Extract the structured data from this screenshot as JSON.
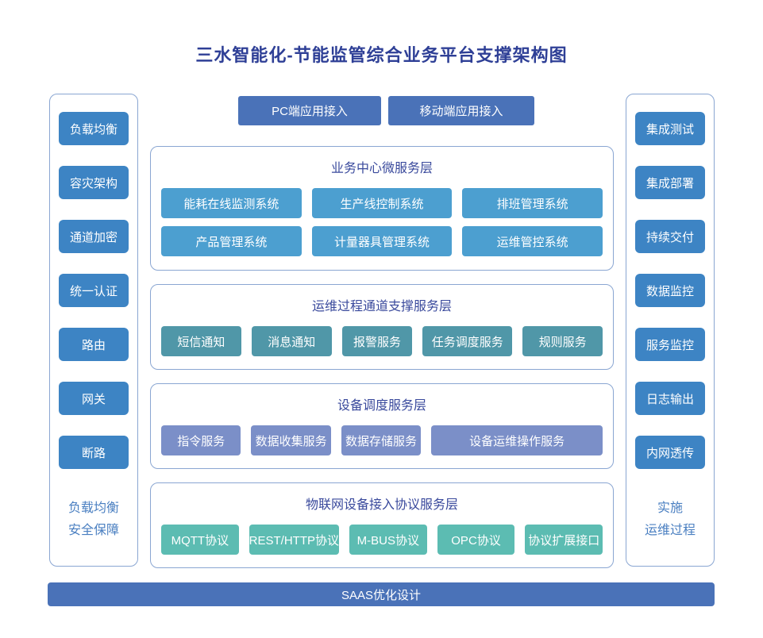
{
  "title": "三水智能化-节能监管综合业务平台支撑架构图",
  "colors": {
    "title_text": "#2e3f96",
    "layer_title_text": "#39499c",
    "panel_border": "#8aa6d2",
    "side_box": "#3d84c4",
    "app_button": "#4a72b8",
    "layer1_box": "#4c9fd0",
    "layer2_box": "#5097a8",
    "layer3_box": "#7b8fc8",
    "layer4_box": "#5cbcb2",
    "footer_bar": "#4a72b8",
    "caption_text": "#4a7fc1"
  },
  "top_buttons": {
    "pc": "PC端应用接入",
    "mobile": "移动端应用接入"
  },
  "sidebar_left": {
    "items": [
      "负载均衡",
      "容灾架构",
      "通道加密",
      "统一认证",
      "路由",
      "网关",
      "断路"
    ],
    "caption_line1": "负载均衡",
    "caption_line2": "安全保障"
  },
  "sidebar_right": {
    "items": [
      "集成测试",
      "集成部署",
      "持续交付",
      "数据监控",
      "服务监控",
      "日志输出",
      "内网透传"
    ],
    "caption_line1": "实施",
    "caption_line2": "运维过程"
  },
  "layers": [
    {
      "title": "业务中心微服务层",
      "items": [
        "能耗在线监测系统",
        "生产线控制系统",
        "排班管理系统",
        "产品管理系统",
        "计量器具管理系统",
        "运维管控系统"
      ]
    },
    {
      "title": "运维过程通道支撑服务层",
      "items": [
        "短信通知",
        "消息通知",
        "报警服务",
        "任务调度服务",
        "规则服务"
      ]
    },
    {
      "title": "设备调度服务层",
      "items": [
        "指令服务",
        "数据收集服务",
        "数据存储服务",
        "设备运维操作服务"
      ]
    },
    {
      "title": "物联网设备接入协议服务层",
      "items": [
        "MQTT协议",
        "REST/HTTP协议",
        "M-BUS协议",
        "OPC协议",
        "协议扩展接口"
      ]
    }
  ],
  "footer": {
    "label": "SAAS优化设计"
  }
}
